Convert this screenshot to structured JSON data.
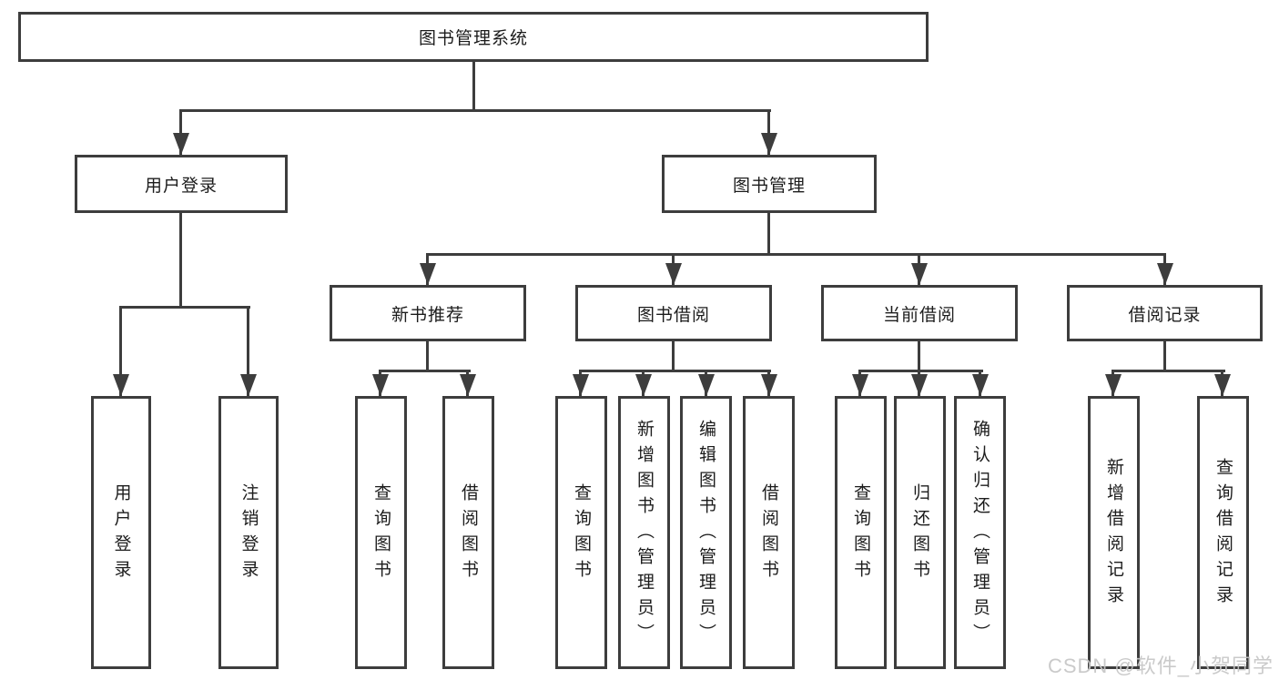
{
  "tree": {
    "root": {
      "label": "图书管理系统"
    },
    "level2": [
      {
        "label": "用户登录",
        "children": [
          {
            "label": "用户登录"
          },
          {
            "label": "注销登录"
          }
        ]
      },
      {
        "label": "图书管理",
        "children": [
          {
            "label": "新书推荐",
            "children": [
              {
                "label": "查询图书"
              },
              {
                "label": "借阅图书"
              }
            ]
          },
          {
            "label": "图书借阅",
            "children": [
              {
                "label": "查询图书"
              },
              {
                "label": "新增图书（管理员）"
              },
              {
                "label": "编辑图书（管理员）"
              },
              {
                "label": "借阅图书"
              }
            ]
          },
          {
            "label": "当前借阅",
            "children": [
              {
                "label": "查询图书"
              },
              {
                "label": "归还图书"
              },
              {
                "label": "确认归还（管理员）"
              }
            ]
          },
          {
            "label": "借阅记录",
            "children": [
              {
                "label": "新增借阅记录"
              },
              {
                "label": "查询借阅记录"
              }
            ]
          }
        ]
      }
    ]
  },
  "watermark": {
    "text": "CSDN @软件_小贺同学"
  },
  "colors": {
    "line": "#3d3d3d",
    "text": "#1c1c1c",
    "background": "#ffffff",
    "watermark": "#c6c6c6"
  }
}
